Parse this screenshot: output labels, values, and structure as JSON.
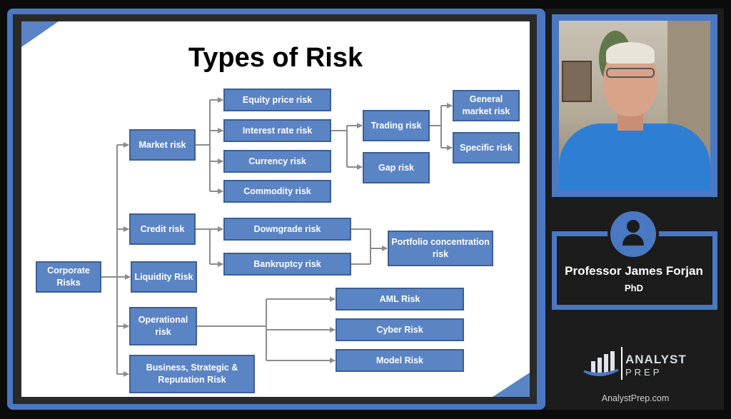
{
  "slide": {
    "title": "Types of Risk",
    "nodes": {
      "corporate": "Corporate Risks",
      "market": "Market risk",
      "credit": "Credit risk",
      "liquidity": "Liquidity Risk",
      "operational": "Operational risk",
      "business": "Business, Strategic & Reputation Risk",
      "equity": "Equity price risk",
      "interest": "Interest rate risk",
      "currency": "Currency risk",
      "commodity": "Commodity risk",
      "trading": "Trading risk",
      "gap": "Gap risk",
      "general": "General market risk",
      "specific": "Specific risk",
      "downgrade": "Downgrade risk",
      "bankruptcy": "Bankruptcy risk",
      "portfolio": "Portfolio concentration risk",
      "aml": "AML Risk",
      "cyber": "Cyber Risk",
      "model": "Model Risk"
    }
  },
  "presenter": {
    "name": "Professor James Forjan",
    "title": "PhD"
  },
  "brand": {
    "word1": "ANALYST",
    "word2": "PREP",
    "site": "AnalystPrep.com",
    "accent": "#4a78c2",
    "box_fill": "#5b84c4"
  }
}
